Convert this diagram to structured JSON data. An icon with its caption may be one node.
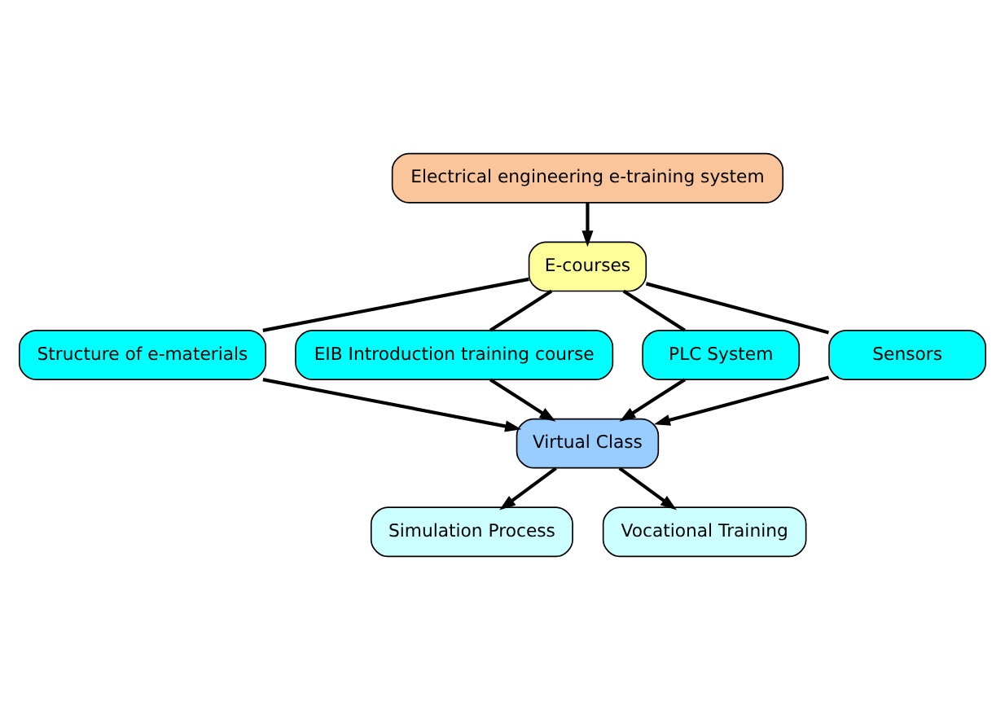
{
  "diagram": {
    "nodes": [
      {
        "text": [
          "Electrical engineering e-training system"
        ]
      },
      {
        "text": [
          "E-courses"
        ]
      },
      {
        "text": [
          "Structure of e-materials"
        ]
      },
      {
        "text": [
          "EIB Introduction training course"
        ]
      },
      {
        "text": [
          "PLC System"
        ]
      },
      {
        "text": [
          "Sensors"
        ]
      },
      {
        "text": [
          "Virtual Class"
        ]
      },
      {
        "text": [
          "Simulation Process"
        ]
      },
      {
        "text": [
          "Vocational Training"
        ]
      }
    ],
    "edges": [
      {
        "from": 0,
        "to": 1,
        "arrow": "to"
      },
      {
        "from": 1,
        "to": 2,
        "arrow": "none"
      },
      {
        "from": 1,
        "to": 3,
        "arrow": "none"
      },
      {
        "from": 1,
        "to": 4,
        "arrow": "none"
      },
      {
        "from": 1,
        "to": 5,
        "arrow": "none"
      },
      {
        "from": 2,
        "to": 6,
        "arrow": "to"
      },
      {
        "from": 3,
        "to": 6,
        "arrow": "to"
      },
      {
        "from": 4,
        "to": 6,
        "arrow": "to"
      },
      {
        "from": 5,
        "to": 6,
        "arrow": "to"
      },
      {
        "from": 6,
        "to": 7,
        "arrow": "to"
      },
      {
        "from": 6,
        "to": 8,
        "arrow": "to"
      }
    ]
  }
}
